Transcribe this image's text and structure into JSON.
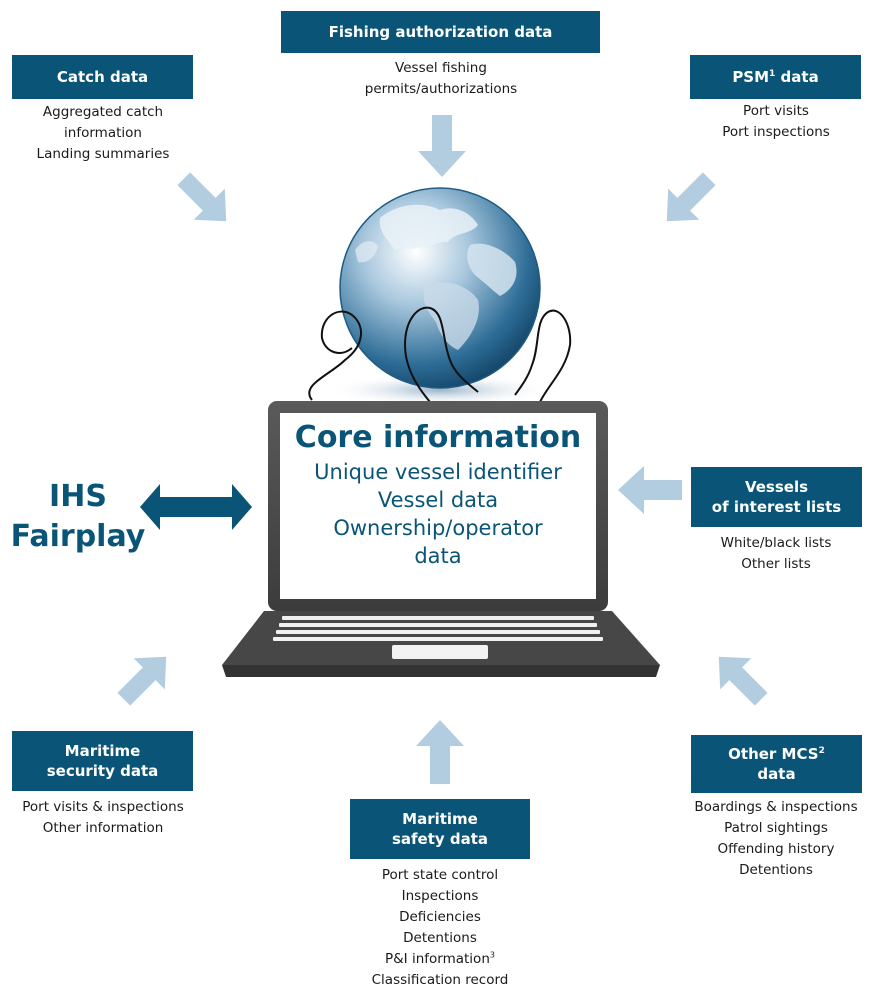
{
  "catch": {
    "title": "Catch data",
    "lines": [
      "Aggregated catch",
      "information",
      "Landing summaries"
    ]
  },
  "fishing": {
    "title": "Fishing authorization data",
    "lines": [
      "Vessel fishing",
      "permits/authorizations"
    ]
  },
  "psm": {
    "title_pre": "PSM",
    "title_sup": "1",
    "title_post": " data",
    "lines": [
      "Port visits",
      "Port inspections"
    ]
  },
  "core": {
    "title": "Core information",
    "items": [
      "Unique vessel identifier",
      "Vessel data",
      "Ownership/operator",
      "data"
    ]
  },
  "ihs": {
    "line1": "IHS",
    "line2": "Fairplay"
  },
  "interest": {
    "title_line1": "Vessels",
    "title_line2": "of interest lists",
    "lines": [
      "White/black lists",
      "Other lists"
    ]
  },
  "security": {
    "title_line1": "Maritime",
    "title_line2": "security data",
    "lines": [
      "Port visits & inspections",
      "Other information"
    ]
  },
  "safety": {
    "title_line1": "Maritime",
    "title_line2": "safety data",
    "lines": [
      "Port state control",
      "Inspections",
      "Deficiencies",
      "Detentions"
    ],
    "pi_text": "P&I information",
    "pi_sup": "3",
    "last_line": "Classification record"
  },
  "mcs": {
    "title_pre": "Other MCS",
    "title_sup": "2",
    "title_line2": "data",
    "lines": [
      "Boardings & inspections",
      "Patrol sightings",
      "Offending history",
      "Detentions"
    ]
  },
  "colors": {
    "box": "#0a5577",
    "arrow": "#b3cde0",
    "laptop": "#4a4a4a",
    "accent_text": "#0a5577"
  }
}
